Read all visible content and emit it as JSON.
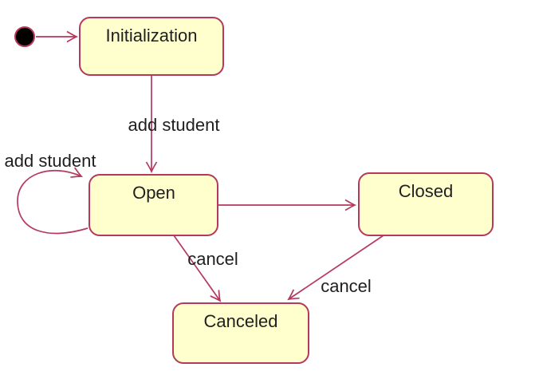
{
  "colors": {
    "background": "#ffffff",
    "state_fill": "#ffffce",
    "state_border": "#b5385d",
    "transition": "#b5385d",
    "initial_fill": "#000000",
    "text": "#1f1f1f"
  },
  "diagram": {
    "type": "uml-state-diagram",
    "initial_pseudostate": {
      "icon": "filled-circle-icon"
    },
    "states": {
      "initialization": {
        "label": "Initialization"
      },
      "open": {
        "label": "Open"
      },
      "closed": {
        "label": "Closed"
      },
      "canceled": {
        "label": "Canceled"
      }
    },
    "transitions": {
      "initial_to_initialization": {
        "label": ""
      },
      "initialization_to_open": {
        "label": "add student"
      },
      "open_self_loop": {
        "label": "add student"
      },
      "open_to_closed": {
        "label": ""
      },
      "open_to_canceled": {
        "label": "cancel"
      },
      "closed_to_canceled": {
        "label": "cancel"
      }
    }
  }
}
